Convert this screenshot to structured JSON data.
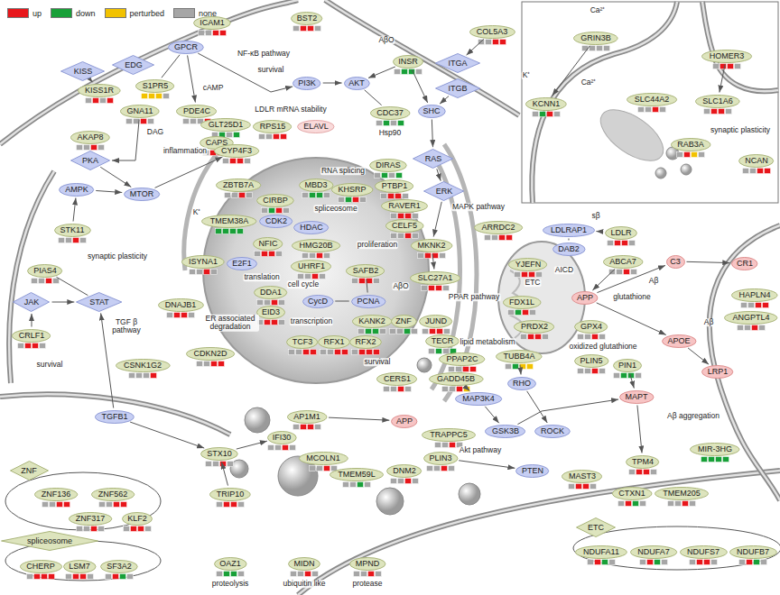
{
  "diagram": {
    "nodes": [
      {
        "text": [
          "KISS"
        ]
      },
      {
        "text": [
          "KISS1R"
        ]
      },
      {
        "text": [
          "EDG"
        ]
      },
      {
        "text": [
          "S1PR5"
        ]
      },
      {
        "text": [
          "GPCR"
        ]
      },
      {
        "text": [
          "ICAM1"
        ]
      },
      {
        "text": [
          "BST2"
        ]
      },
      {
        "text": [
          "GNA11"
        ]
      },
      {
        "text": [
          "PDE4C"
        ]
      },
      {
        "text": [
          "CAPS"
        ]
      },
      {
        "text": [
          "AKAP8"
        ]
      },
      {
        "text": [
          "PKA"
        ]
      },
      {
        "text": [
          "AMPK"
        ]
      },
      {
        "text": [
          "MTOR"
        ]
      },
      {
        "text": [
          "STK11"
        ]
      },
      {
        "text": [
          "PIAS4"
        ]
      },
      {
        "text": [
          "JAK"
        ]
      },
      {
        "text": [
          "STAT"
        ]
      },
      {
        "text": [
          "CRLF1"
        ]
      },
      {
        "text": [
          "CSNK1G2"
        ]
      },
      {
        "text": [
          "TGFB1"
        ]
      },
      {
        "text": [
          "GLT25D1"
        ]
      },
      {
        "text": [
          "RPS15"
        ]
      },
      {
        "text": [
          "ELAVL"
        ]
      },
      {
        "text": [
          "CYP4F3"
        ]
      },
      {
        "text": [
          "PI3K"
        ]
      },
      {
        "text": [
          "AKT"
        ]
      },
      {
        "text": [
          "INSR"
        ]
      },
      {
        "text": [
          "COL5A3"
        ]
      },
      {
        "text": [
          "ITGA"
        ]
      },
      {
        "text": [
          "ITGB"
        ]
      },
      {
        "text": [
          "SHC"
        ]
      },
      {
        "text": [
          "CDC37"
        ]
      },
      {
        "text": [
          "RAS"
        ]
      },
      {
        "text": [
          "DIRAS"
        ]
      },
      {
        "text": [
          "ERK"
        ]
      },
      {
        "text": [
          "ZBTB7A"
        ]
      },
      {
        "text": [
          "CIRBP"
        ]
      },
      {
        "text": [
          "MBD3"
        ]
      },
      {
        "text": [
          "KHSRP"
        ]
      },
      {
        "text": [
          "PTBP1"
        ]
      },
      {
        "text": [
          "TMEM38A"
        ]
      },
      {
        "text": [
          "CDK2"
        ]
      },
      {
        "text": [
          "HDAC"
        ]
      },
      {
        "text": [
          "RAVER1"
        ]
      },
      {
        "text": [
          "CELF5"
        ]
      },
      {
        "text": [
          "NFIC"
        ]
      },
      {
        "text": [
          "HMG20B"
        ]
      },
      {
        "text": [
          "ISYNA1"
        ]
      },
      {
        "text": [
          "E2F1"
        ]
      },
      {
        "text": [
          "UHRF1"
        ]
      },
      {
        "text": [
          "SAFB2"
        ]
      },
      {
        "text": [
          "DDA1"
        ]
      },
      {
        "text": [
          "EID3"
        ]
      },
      {
        "text": [
          "CycD"
        ]
      },
      {
        "text": [
          "PCNA"
        ]
      },
      {
        "text": [
          "DNAJB1"
        ]
      },
      {
        "text": [
          "KANK2"
        ]
      },
      {
        "text": [
          "ZNF"
        ]
      },
      {
        "text": [
          "JUND"
        ]
      },
      {
        "text": [
          "TCF3"
        ]
      },
      {
        "text": [
          "RFX1"
        ]
      },
      {
        "text": [
          "RFX2"
        ]
      },
      {
        "text": [
          "CDKN2D"
        ]
      },
      {
        "text": [
          "MKNK2"
        ]
      },
      {
        "text": [
          "SLC27A1"
        ]
      },
      {
        "text": [
          "TECR"
        ]
      },
      {
        "text": [
          "PPAP2C"
        ]
      },
      {
        "text": [
          "GADD45B"
        ]
      },
      {
        "text": [
          "CERS1"
        ]
      },
      {
        "text": [
          "ARRDC2"
        ]
      },
      {
        "text": [
          "LDLRAP1"
        ]
      },
      {
        "text": [
          "DAB2"
        ]
      },
      {
        "text": [
          "LDLR"
        ]
      },
      {
        "text": [
          "ABCA7"
        ]
      },
      {
        "text": [
          "APP"
        ]
      },
      {
        "text": [
          "YJEFN"
        ]
      },
      {
        "text": [
          "FDX1L"
        ]
      },
      {
        "text": [
          "PRDX2"
        ]
      },
      {
        "text": [
          "GPX4"
        ]
      },
      {
        "text": [
          "PLIN5"
        ]
      },
      {
        "text": [
          "C3"
        ]
      },
      {
        "text": [
          "CR1"
        ]
      },
      {
        "text": [
          "HAPLN4"
        ]
      },
      {
        "text": [
          "ANGPTL4"
        ]
      },
      {
        "text": [
          "APOE"
        ]
      },
      {
        "text": [
          "LRP1"
        ]
      },
      {
        "text": [
          "PIN1"
        ]
      },
      {
        "text": [
          "MAPT"
        ]
      },
      {
        "text": [
          "TUBB4A"
        ]
      },
      {
        "text": [
          "RHO"
        ]
      },
      {
        "text": [
          "MAP3K4"
        ]
      },
      {
        "text": [
          "GSK3B"
        ]
      },
      {
        "text": [
          "ROCK"
        ]
      },
      {
        "text": [
          "PTEN"
        ]
      },
      {
        "text": [
          "MAST3"
        ]
      },
      {
        "text": [
          "TPM4"
        ]
      },
      {
        "text": [
          "MIR-3HG"
        ]
      },
      {
        "text": [
          "CTXN1"
        ]
      },
      {
        "text": [
          "TMEM205"
        ]
      },
      {
        "text": [
          "AP1M1"
        ]
      },
      {
        "text": [
          "IFI30"
        ]
      },
      {
        "text": [
          "MCOLN1"
        ]
      },
      {
        "text": [
          "STX10"
        ]
      },
      {
        "text": [
          "TRIP10"
        ]
      },
      {
        "text": [
          "APP"
        ]
      },
      {
        "text": [
          "TRAPPC5"
        ]
      },
      {
        "text": [
          "PLIN3"
        ]
      },
      {
        "text": [
          "DNM2"
        ]
      },
      {
        "text": [
          "TMEM59L"
        ]
      },
      {
        "text": [
          "ZNF"
        ]
      },
      {
        "text": [
          "ZNF136"
        ]
      },
      {
        "text": [
          "ZNF562"
        ]
      },
      {
        "text": [
          "ZNF317"
        ]
      },
      {
        "text": [
          "KLF2"
        ]
      },
      {
        "text": [
          "spliceosome"
        ]
      },
      {
        "text": [
          "CHERP"
        ]
      },
      {
        "text": [
          "LSM7"
        ]
      },
      {
        "text": [
          "SF3A2"
        ]
      },
      {
        "text": [
          "OAZ1"
        ]
      },
      {
        "text": [
          "MIDN"
        ]
      },
      {
        "text": [
          "MPND"
        ]
      },
      {
        "text": [
          "ETC"
        ]
      },
      {
        "text": [
          "NDUFA11"
        ]
      },
      {
        "text": [
          "NDUFA7"
        ]
      },
      {
        "text": [
          "NDUFS7"
        ]
      },
      {
        "text": [
          "NDUFB7"
        ]
      },
      {
        "text": [
          "GRIN3B"
        ]
      },
      {
        "text": [
          "KCNN1"
        ]
      },
      {
        "text": [
          "SLC44A2"
        ]
      },
      {
        "text": [
          "HOMER3"
        ]
      },
      {
        "text": [
          "SLC1A6"
        ]
      },
      {
        "text": [
          "RAB3A"
        ]
      },
      {
        "text": [
          "NCAN"
        ]
      }
    ],
    "edges": [
      {
        "from": 0,
        "to": 1,
        "arrow": "to"
      },
      {
        "from": 4,
        "to": 3,
        "arrow": "none"
      },
      {
        "from": 4,
        "to": 8,
        "arrow": "to"
      },
      {
        "from": 4,
        "to": 25,
        "arrow": "to"
      },
      {
        "from": 7,
        "to": 11,
        "arrow": "to"
      },
      {
        "from": 11,
        "to": 13,
        "arrow": "to"
      },
      {
        "from": 12,
        "to": 13,
        "arrow": "to"
      },
      {
        "from": 14,
        "to": 12,
        "arrow": "to"
      },
      {
        "from": 15,
        "to": 17,
        "arrow": "none"
      },
      {
        "from": 16,
        "to": 17,
        "arrow": "to"
      },
      {
        "from": 18,
        "to": 16,
        "arrow": "to"
      },
      {
        "from": 20,
        "to": 17,
        "arrow": "to"
      },
      {
        "from": 13,
        "to": 24,
        "arrow": "to"
      },
      {
        "from": 25,
        "to": 26,
        "arrow": "to"
      },
      {
        "from": 27,
        "to": 26,
        "arrow": "to"
      },
      {
        "from": 27,
        "to": 31,
        "arrow": "to"
      },
      {
        "from": 30,
        "to": 31,
        "arrow": "to"
      },
      {
        "from": 28,
        "to": 29,
        "arrow": "to"
      },
      {
        "from": 31,
        "to": 33,
        "arrow": "to"
      },
      {
        "from": 33,
        "to": 35,
        "arrow": "to"
      },
      {
        "from": 35,
        "to": 64,
        "arrow": "to"
      },
      {
        "from": 26,
        "to": 32,
        "arrow": "none"
      },
      {
        "from": 54,
        "to": 55,
        "arrow": "none"
      },
      {
        "from": 51,
        "to": 55,
        "arrow": "none"
      },
      {
        "from": 64,
        "to": 65,
        "arrow": "to"
      },
      {
        "from": 73,
        "to": 71,
        "arrow": "to"
      },
      {
        "from": 71,
        "to": 72,
        "arrow": "none"
      },
      {
        "from": 74,
        "to": 75,
        "arrow": "to"
      },
      {
        "from": 75,
        "to": 81,
        "arrow": "to"
      },
      {
        "from": 75,
        "to": 85,
        "arrow": "to"
      },
      {
        "from": 81,
        "to": 82,
        "arrow": "to"
      },
      {
        "from": 85,
        "to": 86,
        "arrow": "to"
      },
      {
        "from": 87,
        "to": 88,
        "arrow": "to"
      },
      {
        "from": 92,
        "to": 88,
        "arrow": "to"
      },
      {
        "from": 91,
        "to": 92,
        "arrow": "to"
      },
      {
        "from": 90,
        "to": 93,
        "arrow": "to"
      },
      {
        "from": 89,
        "to": 90,
        "arrow": "to"
      },
      {
        "from": 88,
        "to": 96,
        "arrow": "to"
      },
      {
        "from": 68,
        "to": 91,
        "arrow": "to"
      },
      {
        "from": 103,
        "to": 101,
        "arrow": "to"
      },
      {
        "from": 100,
        "to": 105,
        "arrow": "to"
      },
      {
        "from": 104,
        "to": 103,
        "arrow": "to"
      },
      {
        "from": 20,
        "to": 103,
        "arrow": "to"
      },
      {
        "from": 107,
        "to": 94,
        "arrow": "to"
      },
      {
        "from": 127,
        "to": 128,
        "arrow": "to"
      },
      {
        "from": 130,
        "to": 131,
        "arrow": "to"
      }
    ],
    "labels": [
      "NF-κB pathway",
      "survival",
      "AβO",
      "cAMP",
      "DAG",
      "LDLR mRNA stability",
      "Hsp90",
      "inflammation",
      "RNA splicing",
      "spliceosome",
      "K⁺",
      "synaptic plasticity",
      "TGF β pathway",
      "translation",
      "cell cycle",
      "proliferation",
      "AβO",
      "transcription",
      "ER associated degradation",
      "survival",
      "survival",
      "MAPK pathway",
      "PPAR pathway",
      "lipid metabolism",
      "sβ",
      "AICD",
      "ETC",
      "glutathione",
      "oxidized glutathione",
      "Aβ",
      "Aβ",
      "Aβ aggregation",
      "Akt pathway",
      "proteolysis",
      "ubiquitin like",
      "protease",
      "Ca²⁺",
      "K⁺",
      "Ca²⁺",
      "synaptic plasticity"
    ],
    "legend": [
      {
        "text": "up",
        "color": "#e8161b"
      },
      {
        "text": "down",
        "color": "#18a038"
      },
      {
        "text": "perturbed",
        "color": "#f2c200"
      },
      {
        "text": "none",
        "color": "#a6a6a6"
      }
    ]
  }
}
